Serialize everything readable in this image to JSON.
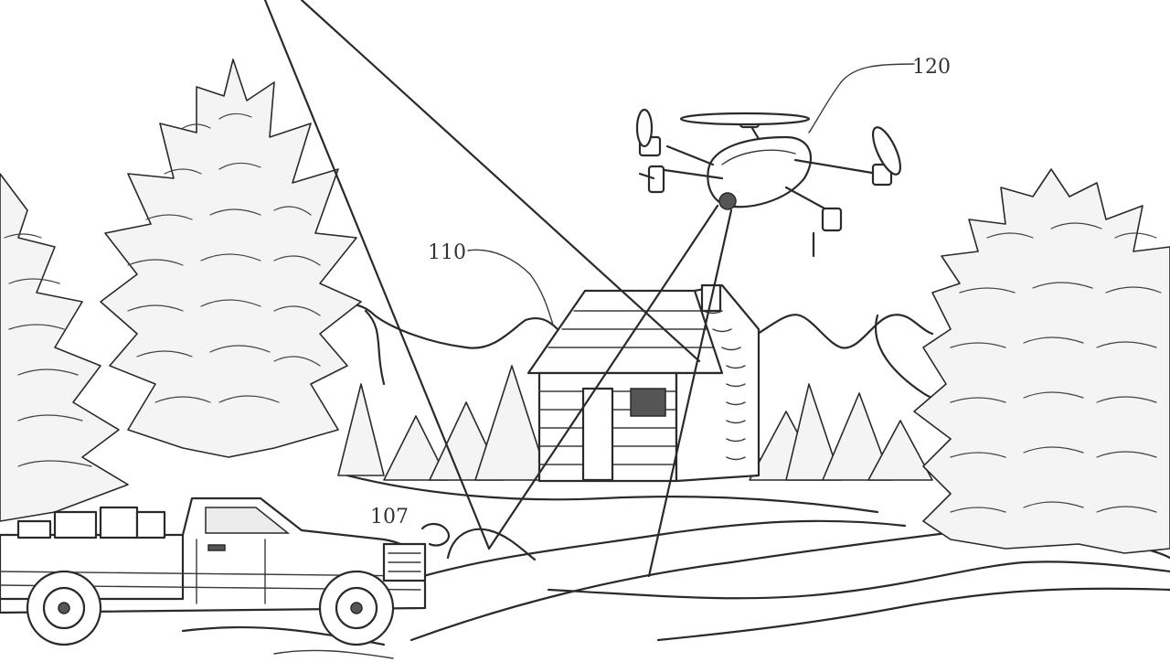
{
  "figure": {
    "labels": {
      "drone": "120",
      "cabin": "110",
      "marker": "107"
    },
    "colors": {
      "ink": "#2a2a2a",
      "paper": "#ffffff"
    }
  }
}
